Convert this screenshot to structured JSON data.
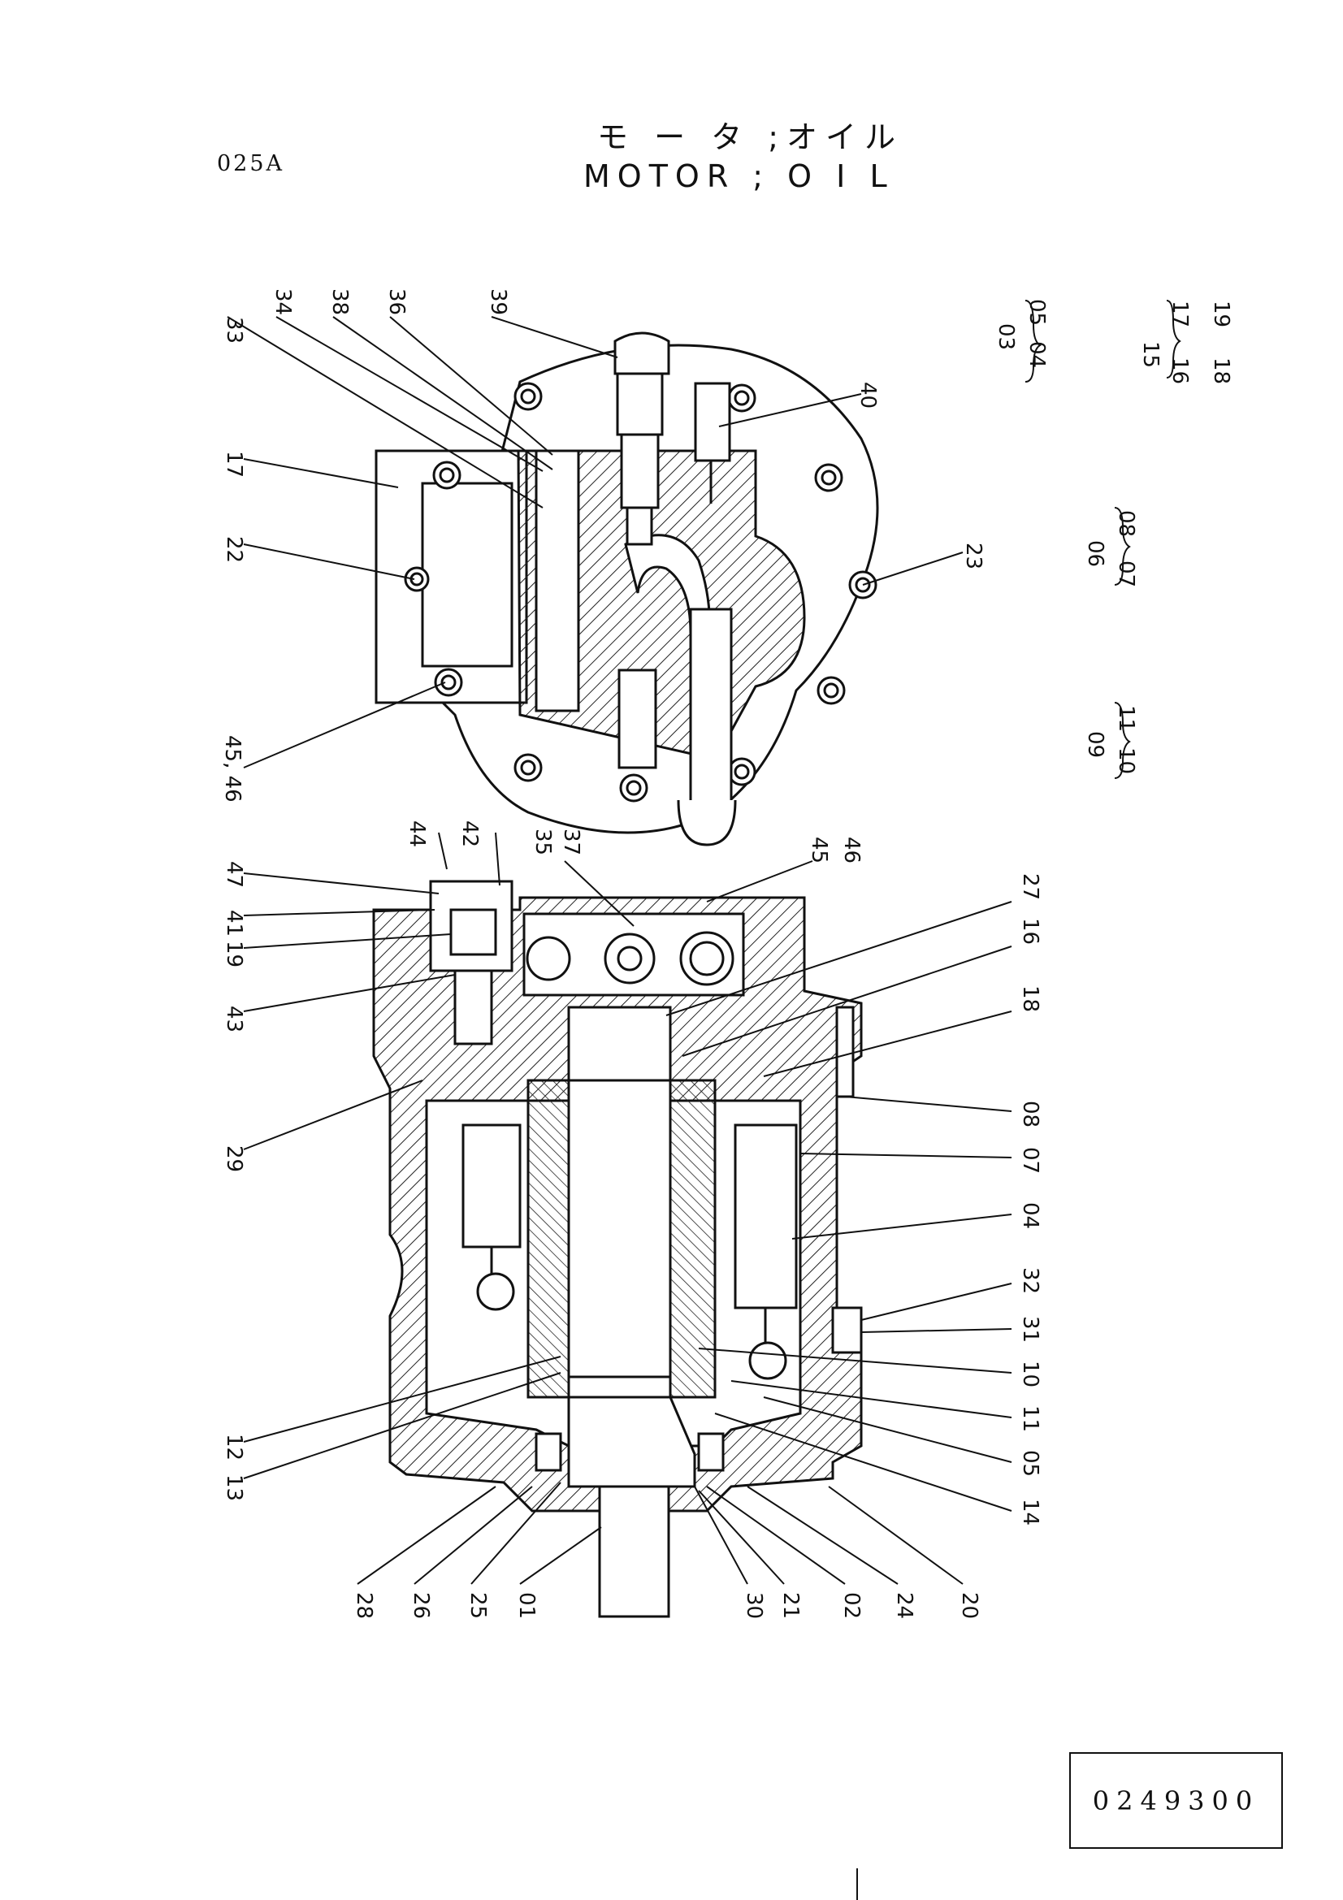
{
  "header": {
    "code": "025A",
    "title_jp": "モ ー タ ;オイル",
    "title_en": "MOTOR ; O I L"
  },
  "document_number": "0249300",
  "parts_groups": [
    {
      "head": "03",
      "members": [
        "04",
        "05"
      ]
    },
    {
      "head": "15",
      "members": [
        "16",
        "17",
        "18",
        "19"
      ]
    },
    {
      "head": "06",
      "members": [
        "07",
        "08"
      ]
    },
    {
      "head": "09",
      "members": [
        "10",
        "11"
      ]
    }
  ],
  "callouts_top_view": [
    "33",
    "34",
    "38",
    "36",
    "39",
    "40",
    "17",
    "22",
    "23",
    "45, 46"
  ],
  "callouts_section_view": [
    "44",
    "42",
    "35",
    "37",
    "45",
    "46",
    "47",
    "41",
    "19",
    "43",
    "29",
    "27",
    "16",
    "18",
    "08",
    "07",
    "04",
    "32",
    "31",
    "10",
    "11",
    "05",
    "14",
    "12",
    "13",
    "28",
    "26",
    "25",
    "01",
    "30",
    "21",
    "02",
    "24",
    "20"
  ]
}
